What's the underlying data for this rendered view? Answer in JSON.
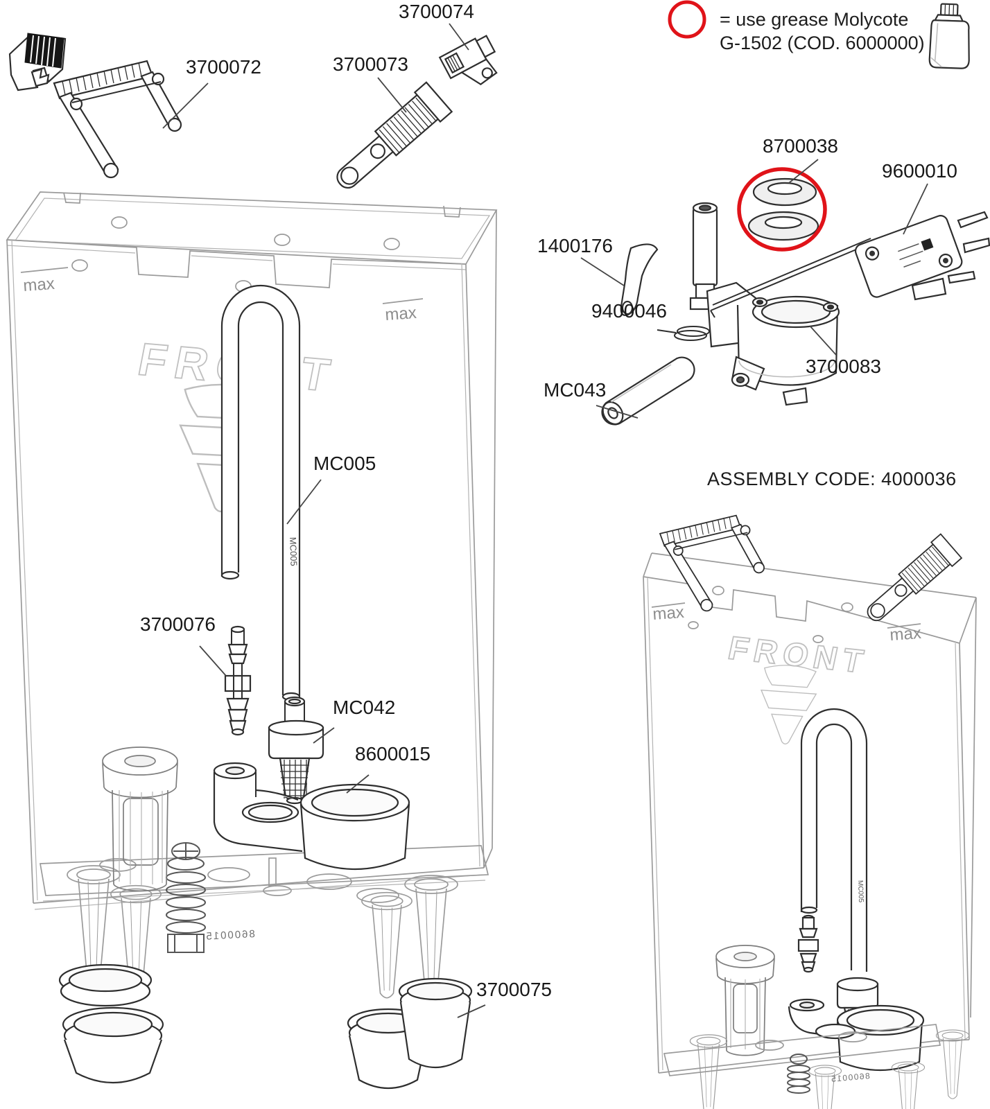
{
  "doc": {
    "background": "#ffffff",
    "line_color": "#2e2e2e",
    "wireframe_color": "#9a9a9a"
  },
  "legend": {
    "symbol": "red-circle",
    "line1": "= use grease Molycote",
    "line2": "G-1502 (COD. 6000000)",
    "accent_red": "#e01319",
    "bottle_icon": "grease-bottle-icon"
  },
  "assembly": {
    "code_text": "ASSEMBLY CODE: 4000036"
  },
  "tank_markings": {
    "front": "FRONT",
    "max": "max",
    "tube_code": "MC005",
    "base_code": "8600015"
  },
  "parts": [
    {
      "label": "3700072"
    },
    {
      "label": "3700073"
    },
    {
      "label": "3700074"
    },
    {
      "label": "8700038"
    },
    {
      "label": "9600010"
    },
    {
      "label": "1400176"
    },
    {
      "label": "9400046"
    },
    {
      "label": "MC043"
    },
    {
      "label": "3700083"
    },
    {
      "label": "MC005"
    },
    {
      "label": "3700076"
    },
    {
      "label": "MC042"
    },
    {
      "label": "8600015"
    },
    {
      "label": "3700075"
    }
  ]
}
